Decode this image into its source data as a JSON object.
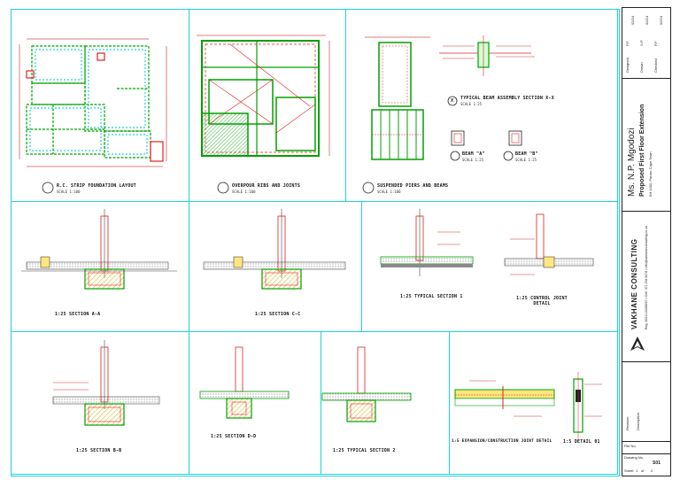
{
  "drawings": {
    "raft_layout": {
      "title": "R.C. STRIP FOUNDATION LAYOUT",
      "scale": "SCALE 1:100"
    },
    "overpour_ribs": {
      "title": "OVERPOUR RIBS AND JOINTS",
      "scale": "SCALE 1:100"
    },
    "suspended_piers": {
      "title": "SUSPENDED PIERS AND BEAMS",
      "scale": "SCALE 1:100"
    },
    "typical_beam": {
      "title": "TYPICAL BEAM ASSEMBLY SECTION X-X",
      "scale": "SCALE 1:25",
      "marker": "X"
    },
    "beam_a": {
      "title": "BEAM \"A\"",
      "scale": "SCALE 1:25"
    },
    "beam_b": {
      "title": "BEAM \"B\"",
      "scale": "SCALE 1:25"
    },
    "section_aa": {
      "title": "1:25 SECTION A-A"
    },
    "section_cc": {
      "title": "1:25 SECTION C-C"
    },
    "typical_section_1": {
      "title": "1:25 TYPICAL SECTION 1"
    },
    "control_joint": {
      "title": "1:25 CONTROL JOINT DETAIL"
    },
    "section_bb": {
      "title": "1:25 SECTION B-B"
    },
    "section_dd": {
      "title": "1:25 SECTION D-D"
    },
    "typical_section_2": {
      "title": "1:25 TYPICAL SECTION 2"
    },
    "expansion_joint": {
      "title": "1:5 EXPANSION/CONSTRUCTION JOINT DETAIL"
    },
    "detail_01": {
      "title": "1:5 DETAIL 01"
    }
  },
  "title_block": {
    "client": "Ms. N.P. Mgodozi",
    "project": "Proposed First Floor Extension",
    "address": "Erf 1432, Parow, Cape Town",
    "company": "VAKHANE CONSULTING",
    "company_info": "Reg. 2021/143286/07  •  Cell: 071 234 5678  •  info@vakhaneconsulting.co.za",
    "rows": [
      {
        "label": "Designed",
        "value": "P.F."
      },
      {
        "label": "Drawn",
        "value": "N.P."
      },
      {
        "label": "Checked",
        "value": "P.F."
      }
    ],
    "dates": [
      "02/24",
      "02/24",
      "02/24"
    ],
    "revisions_label": "Revision",
    "description_label": "Description",
    "file_label": "File No.",
    "drawing_label": "Drawing No.",
    "drawing_no": "S01",
    "sheet_label": "Sheet",
    "sheet_of": "of",
    "sheet_no": "1",
    "sheet_total": "2"
  },
  "colors": {
    "frame": "#1fd4d4",
    "primary": "#00a000",
    "secondary": "#e02020",
    "dim": "#c00000",
    "hatch": "#d4b000"
  }
}
